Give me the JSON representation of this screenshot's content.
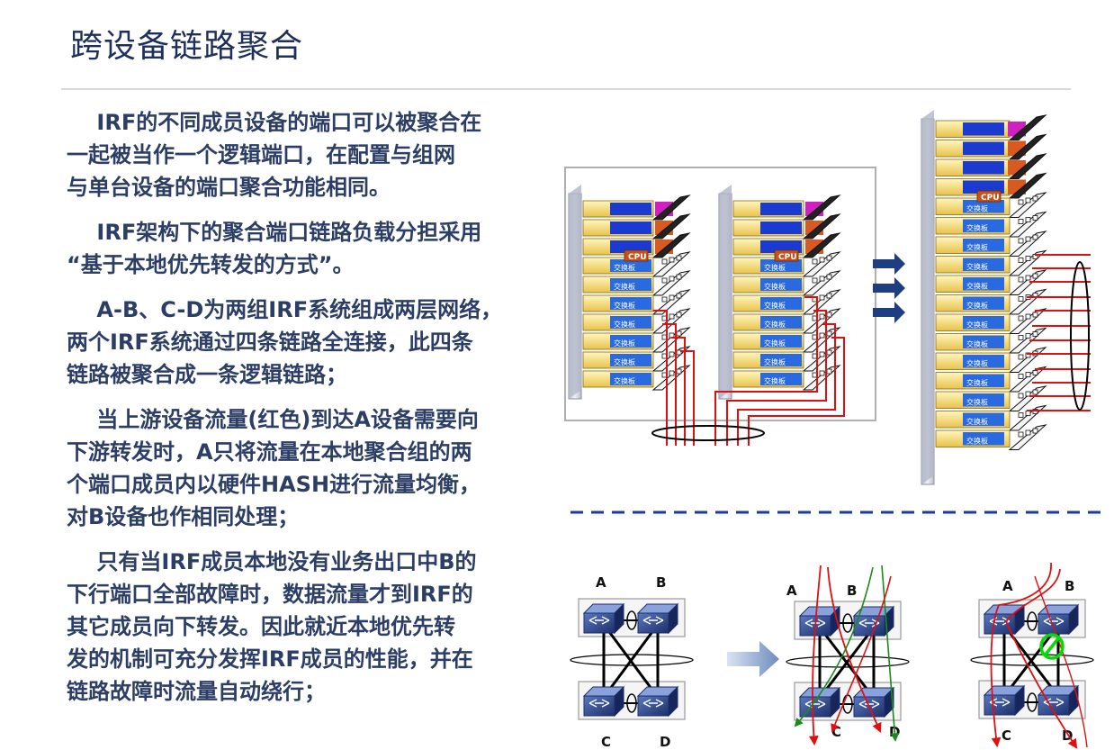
{
  "title": "跨设备链路聚合",
  "paragraphs": [
    {
      "lines": [
        "    IRF的不同成员设备的端口可以被聚合在",
        "一起被当作一个逻辑端口，在配置与组网",
        "与单台设备的端口聚合功能相同。"
      ]
    },
    {
      "lines": [
        "    IRF架构下的聚合端口链路负载分担采用",
        "“基于本地优先转发的方式”。"
      ]
    },
    {
      "lines": [
        "    A-B、C-D为两组IRF系统组成两层网络，",
        "两个IRF系统通过四条链路全连接，此四条",
        "链路被聚合成一条逻辑链路；"
      ]
    },
    {
      "lines": [
        "    当上游设备流量(红色)到达A设备需要向",
        "下游转发时，A只将流量在本地聚合组的两",
        "个端口成员内以硬件HASH进行流量均衡，",
        "对B设备也作相同处理；"
      ]
    },
    {
      "lines": [
        "    只有当IRF成员本地没有业务出口中B的",
        "下行端口全部故障时，数据流量才到IRF的",
        "其它成员向下转发。因此就近本地优先转",
        "发的机制可充分发挥IRF成员的性能，并在",
        "链路故障时流量自动绕行；"
      ]
    }
  ],
  "chassis": {
    "cpu_label": "CPU",
    "card_label": "交换板"
  },
  "diagrams": [
    {
      "labels": {
        "a": "A",
        "b": "B",
        "c": "C",
        "d": "D"
      }
    },
    {
      "labels": {
        "a": "A",
        "b": "B",
        "c": "C",
        "d": "D"
      }
    },
    {
      "labels": {
        "a": "A",
        "b": "B",
        "c": "C",
        "d": "D"
      }
    }
  ],
  "colors": {
    "title": "#1f2f5c",
    "body_text": "#2c3e66",
    "traffic": "#e01010",
    "alt_traffic": "#1a8a1a",
    "divider": "#1a3aa0",
    "arrow": "#1f3e80",
    "fail_mark": "#00dd00"
  }
}
